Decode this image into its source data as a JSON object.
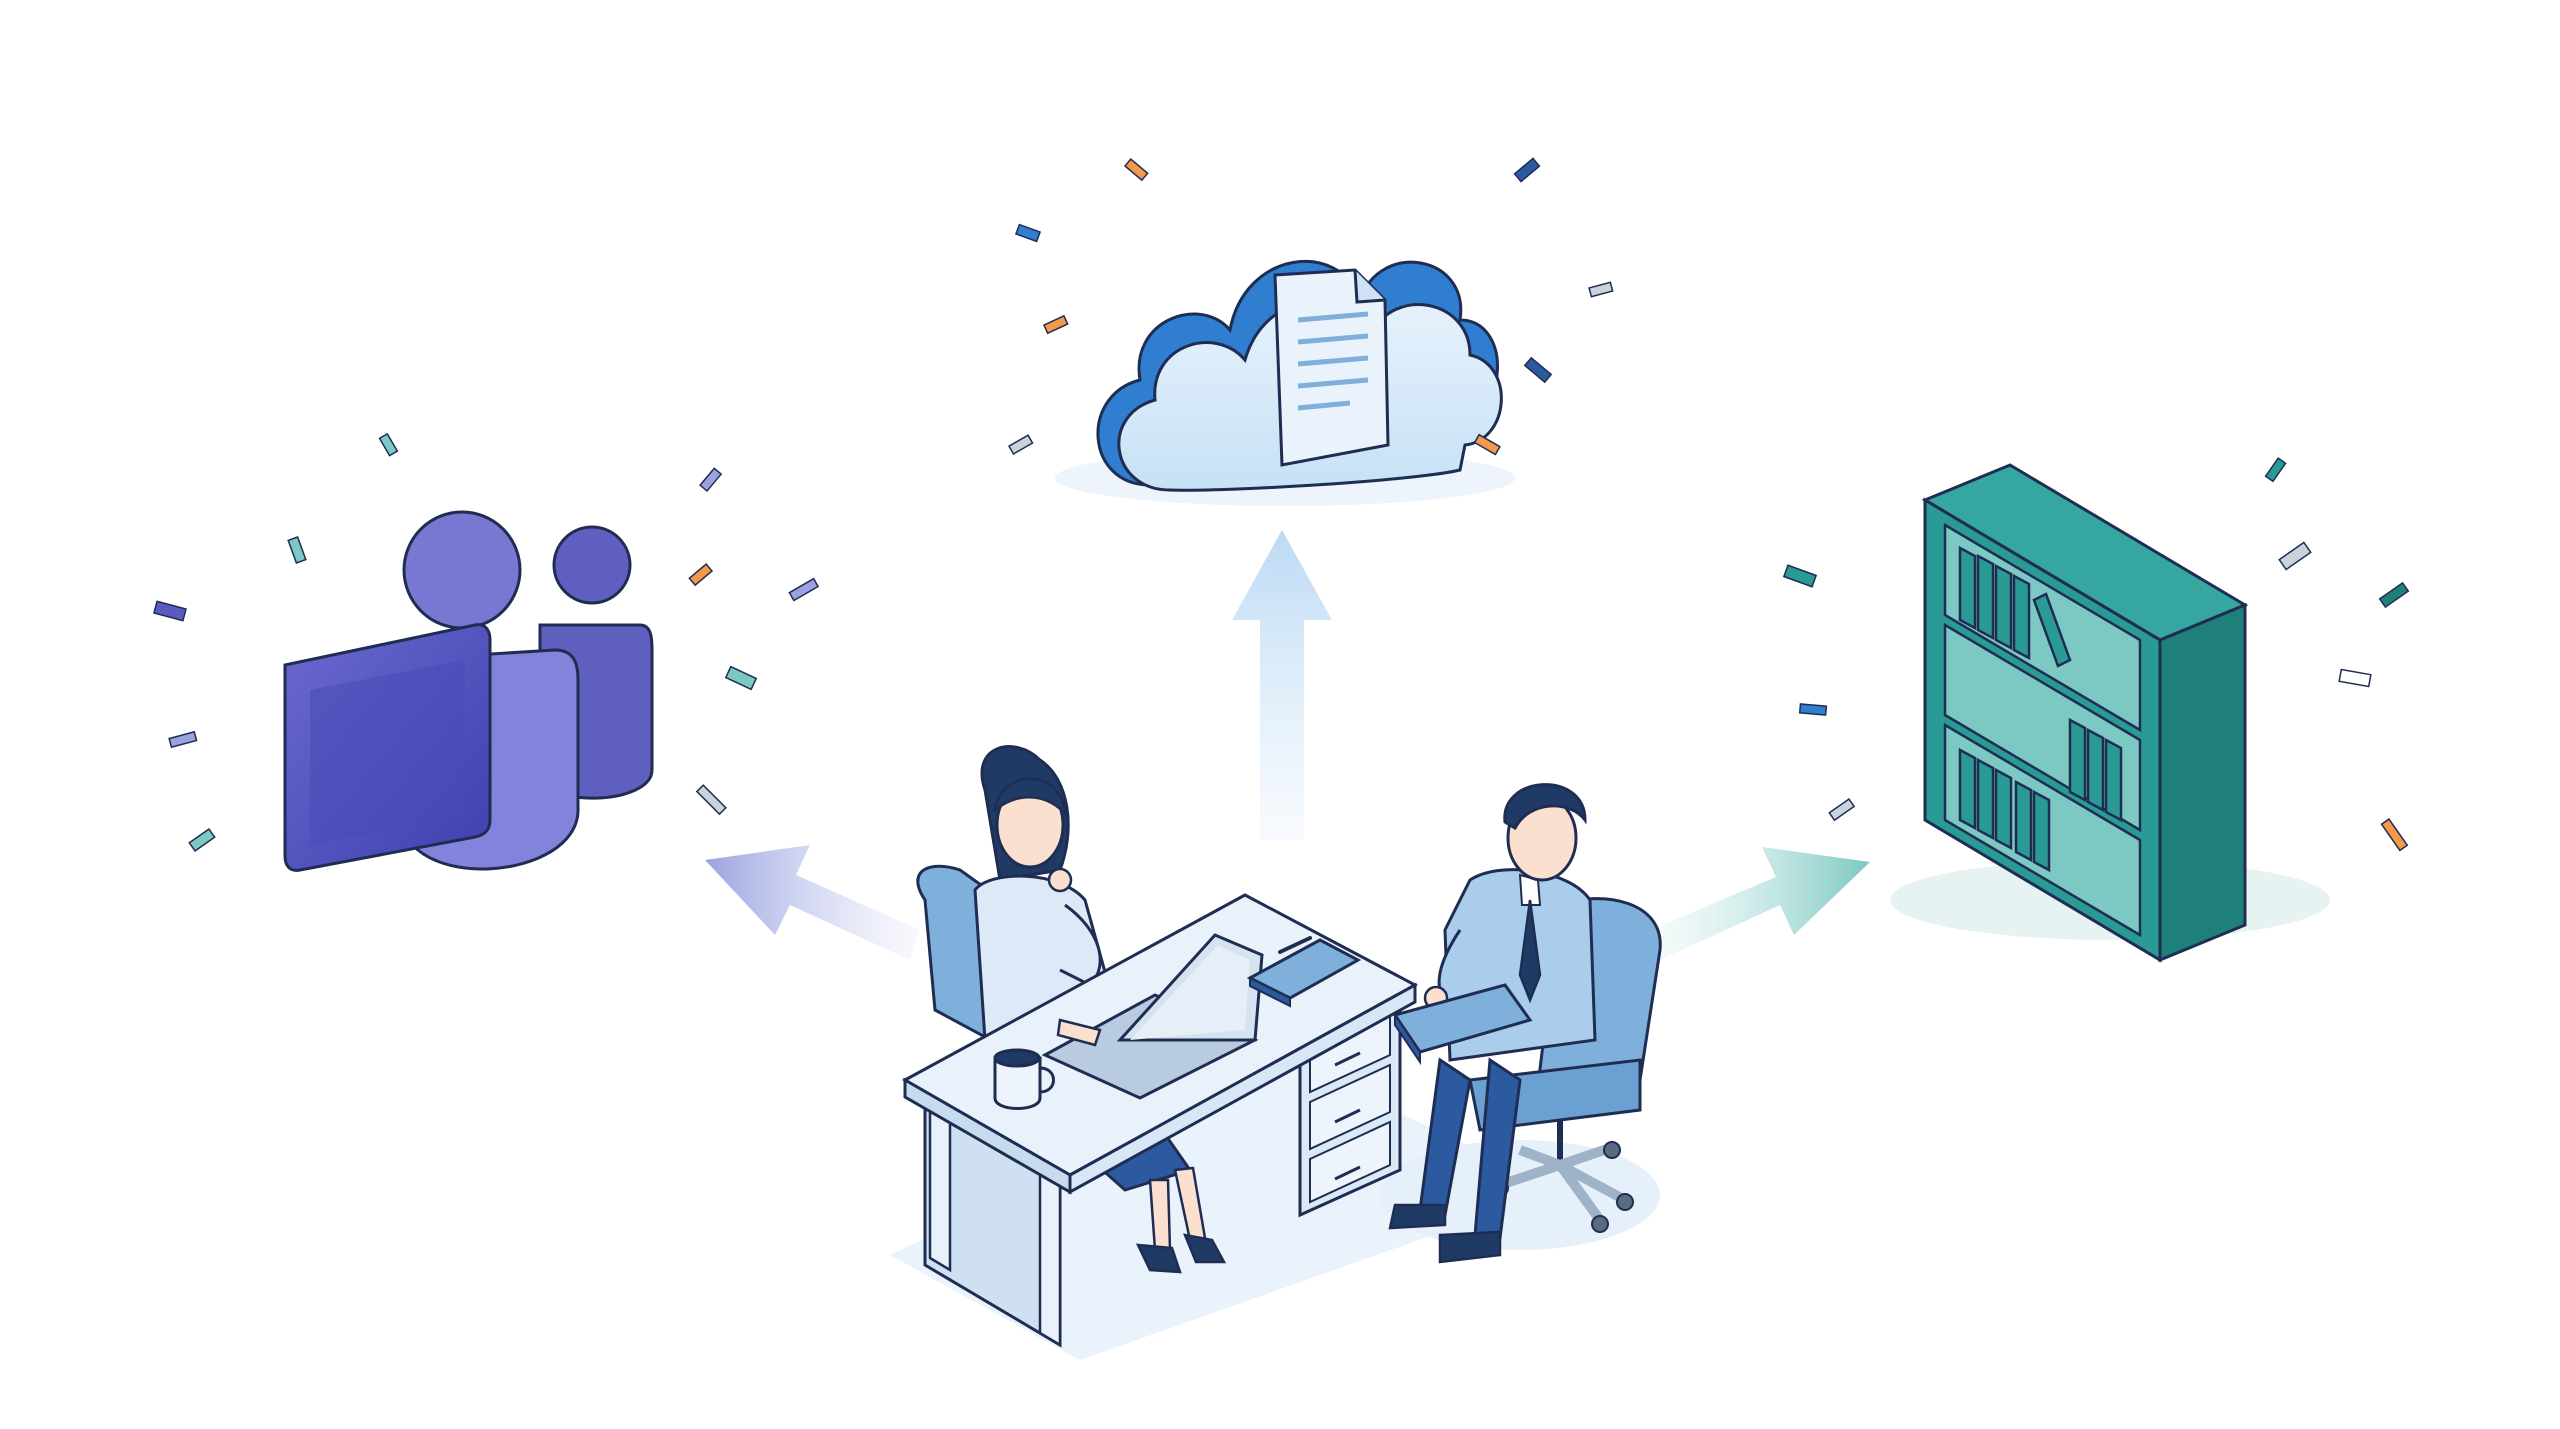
{
  "illustration": {
    "destinations": [
      {
        "name": "team-collaboration",
        "icon": "teams-people-icon",
        "color": "#5a5bbf"
      },
      {
        "name": "cloud-storage",
        "icon": "cloud-document-icon",
        "color": "#2f7ed0"
      },
      {
        "name": "document-archive",
        "icon": "bookshelf-icon",
        "color": "#2a9a94"
      }
    ],
    "scene": "office-meeting",
    "colors": {
      "outline": "#1f2d52",
      "teams": "#5a5bbf",
      "cloud": "#2f7ed0",
      "shelf": "#2a9a94",
      "desk": "#e9f1fa",
      "chair": "#7fb0dc",
      "orange": "#f2994a"
    }
  }
}
